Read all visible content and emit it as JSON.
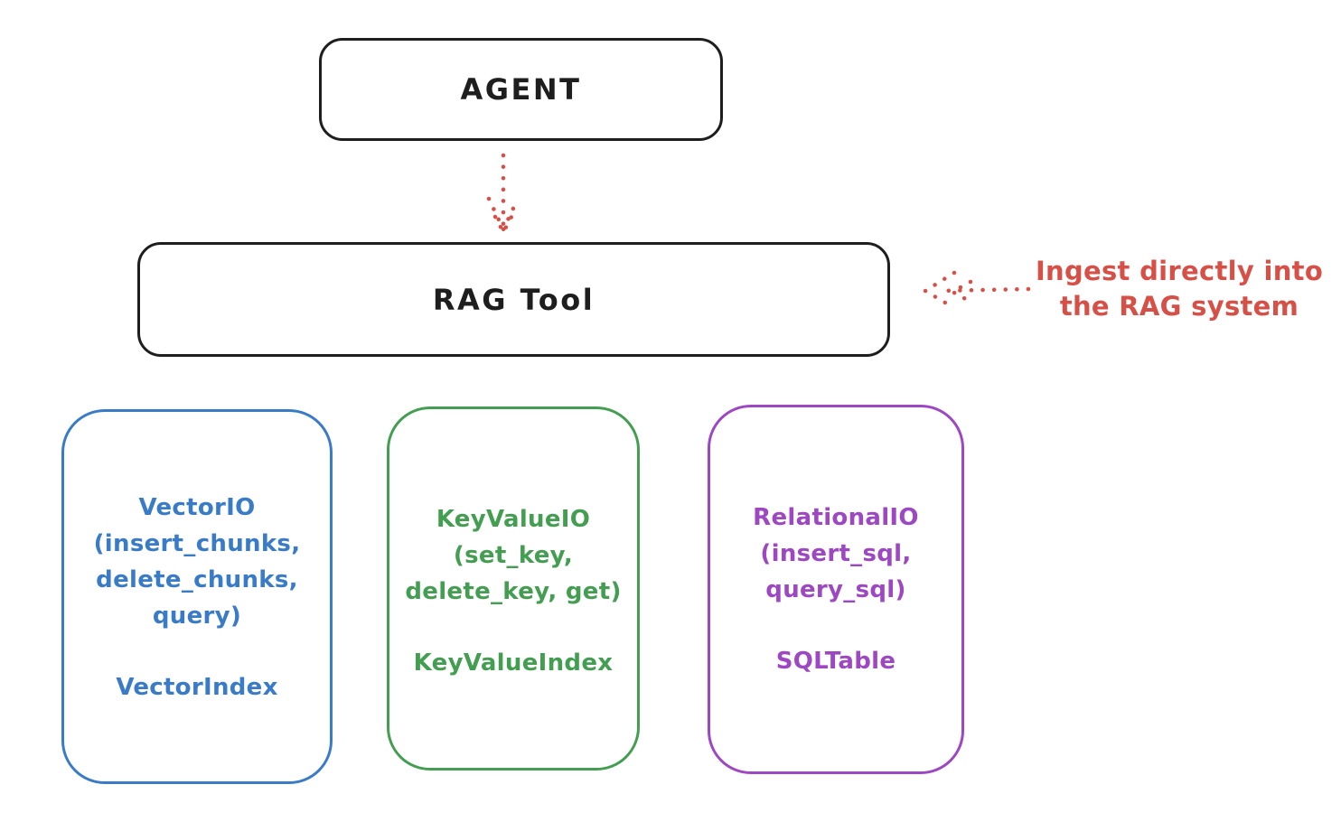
{
  "agent": {
    "label": "AGENT"
  },
  "rag_tool": {
    "label": "RAG Tool"
  },
  "annotation": {
    "line1": "Ingest directly into",
    "line2": "the RAG system"
  },
  "stores": [
    {
      "title": "VectorIO",
      "method_line1": "(insert_chunks,",
      "method_line2": "delete_chunks,",
      "method_line3": "query)",
      "index": "VectorIndex",
      "color": "#3a7bc8"
    },
    {
      "title": "KeyValueIO",
      "method_line1": "(set_key,",
      "method_line2": "delete_key, get)",
      "index": "KeyValueIndex",
      "color": "#449e52"
    },
    {
      "title": "RelationalIO",
      "method_line1": "(insert_sql,",
      "method_line2": "query_sql)",
      "index": "SQLTable",
      "color": "#9d47c2"
    }
  ],
  "colors": {
    "outline_black": "#1e1e1e",
    "arrow_red": "#d65048",
    "vector_blue": "#3a7bc8",
    "keyvalue_green": "#449e52",
    "relational_purple": "#9d47c2",
    "background": "#ffffff"
  }
}
